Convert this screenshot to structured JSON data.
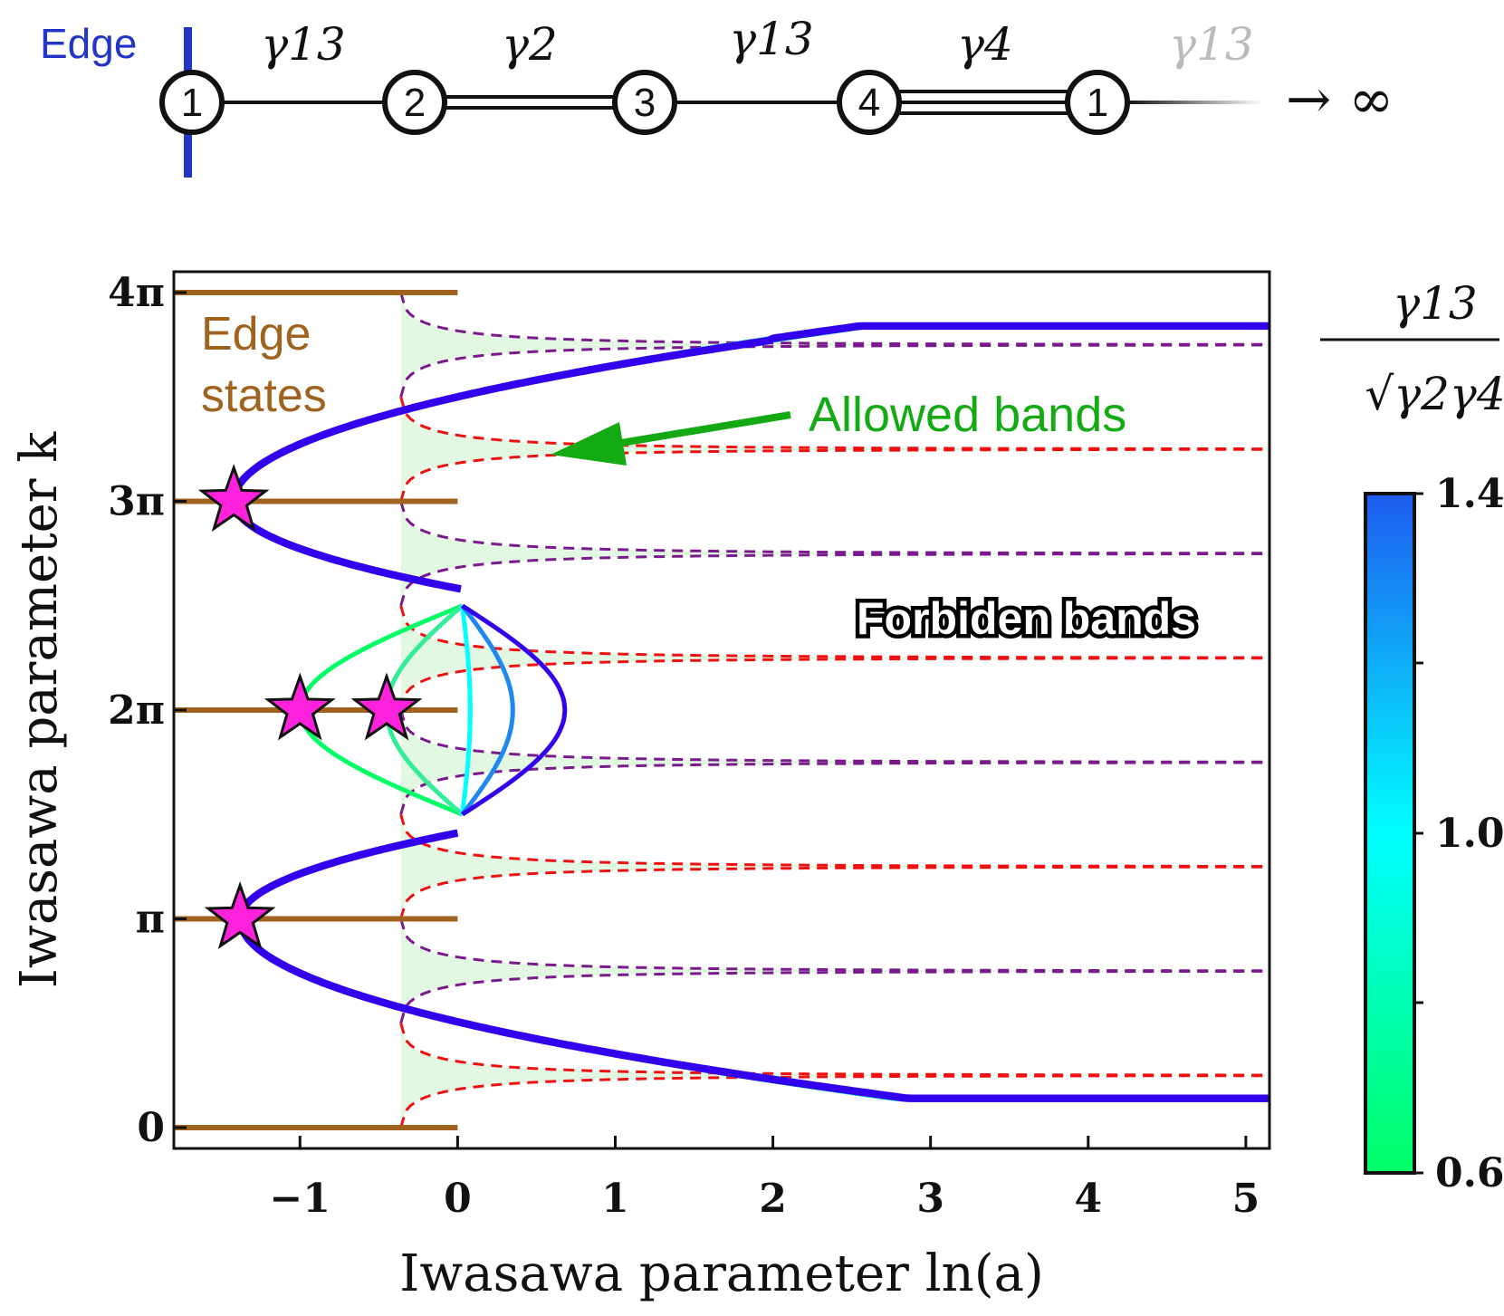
{
  "chain": {
    "edge_label": "Edge",
    "nodes": [
      "1",
      "2",
      "3",
      "4",
      "1"
    ],
    "bond_labels": [
      "γ13",
      "γ2",
      "γ13",
      "γ4",
      "γ13"
    ],
    "bond_multiplicity": [
      1,
      2,
      1,
      3,
      1
    ],
    "infinity_label": "→ ∞",
    "colors": {
      "edge": "#2335c7",
      "faded": "#bbbbbb"
    }
  },
  "colorbar": {
    "title_top": "γ13",
    "title_bottom": "√γ2γ4",
    "tick_labels": [
      "1.4",
      "1.0",
      "0.6"
    ],
    "range": [
      0.6,
      1.4
    ],
    "colormap": [
      "#00ff66",
      "#00ffff",
      "#1e5cf0",
      "#3300ee"
    ]
  },
  "annotations": {
    "edge_states": [
      "Edge",
      "states"
    ],
    "allowed_bands": "Allowed bands",
    "forbidden_bands": "Forbiden bands"
  },
  "chart_data": {
    "type": "line",
    "xlabel": "Iwasawa parameter ln(a)",
    "ylabel": "Iwasawa parameter k",
    "xlim": [
      -1.8,
      5.15
    ],
    "ylim": [
      -0.1,
      4.1
    ],
    "x_ticks": [
      -1,
      0,
      1,
      2,
      3,
      4,
      5
    ],
    "x_tick_labels": [
      "−1",
      "0",
      "1",
      "2",
      "3",
      "4",
      "5"
    ],
    "y_ticks_in_pi": [
      0,
      1,
      2,
      3,
      4
    ],
    "y_tick_labels": [
      "0",
      "π",
      "2π",
      "3π",
      "4π"
    ],
    "colors": {
      "edge_states": "#a0621f",
      "red_dashed": "#ee1111",
      "purple_dashed": "#7a1a8c",
      "allowed_fill": "#e3f8e3",
      "star": "#ff22dd",
      "arrow": "#14aa14"
    },
    "edge_state_lines": [
      {
        "k_over_pi": 0,
        "x_range": [
          -1.8,
          0
        ]
      },
      {
        "k_over_pi": 1,
        "x_range": [
          -1.8,
          0
        ]
      },
      {
        "k_over_pi": 2,
        "x_range": [
          -1.8,
          0
        ]
      },
      {
        "k_over_pi": 3,
        "x_range": [
          -1.8,
          0
        ]
      },
      {
        "k_over_pi": 4,
        "x_range": [
          -1.8,
          0
        ]
      }
    ],
    "stars": [
      {
        "x": -1.42,
        "k_over_pi": 3
      },
      {
        "x": -1.38,
        "k_over_pi": 1
      },
      {
        "x": -1.0,
        "k_over_pi": 2
      },
      {
        "x": -0.45,
        "k_over_pi": 2
      }
    ],
    "series": [
      {
        "ratio": 0.6,
        "color": "#00ff66"
      },
      {
        "ratio": 0.8,
        "color": "#33ee99"
      },
      {
        "ratio": 1.0,
        "color": "#00ffff"
      },
      {
        "ratio": 1.2,
        "color": "#1e88f0"
      },
      {
        "ratio": 1.4,
        "color": "#3300ee"
      }
    ],
    "outer_band_points": [
      [
        -1.42,
        3.0
      ],
      [
        -1.3,
        3.13
      ],
      [
        -1.0,
        3.28
      ],
      [
        -0.5,
        3.4
      ],
      [
        0.0,
        3.5
      ],
      [
        0.5,
        3.56
      ],
      [
        1.0,
        3.6
      ],
      [
        2.0,
        3.67
      ],
      [
        3.0,
        3.72
      ],
      [
        4.0,
        3.76
      ],
      [
        5.15,
        3.8
      ]
    ],
    "inner_band_points": [
      [
        -1.42,
        3.0
      ],
      [
        -1.3,
        2.87
      ],
      [
        -1.0,
        2.72
      ],
      [
        -0.5,
        2.62
      ],
      [
        0.0,
        2.5
      ]
    ],
    "asymptotes_k_over_pi": [
      0.25,
      0.75,
      1.25,
      1.75,
      2.25,
      2.75,
      3.25,
      3.75
    ]
  }
}
